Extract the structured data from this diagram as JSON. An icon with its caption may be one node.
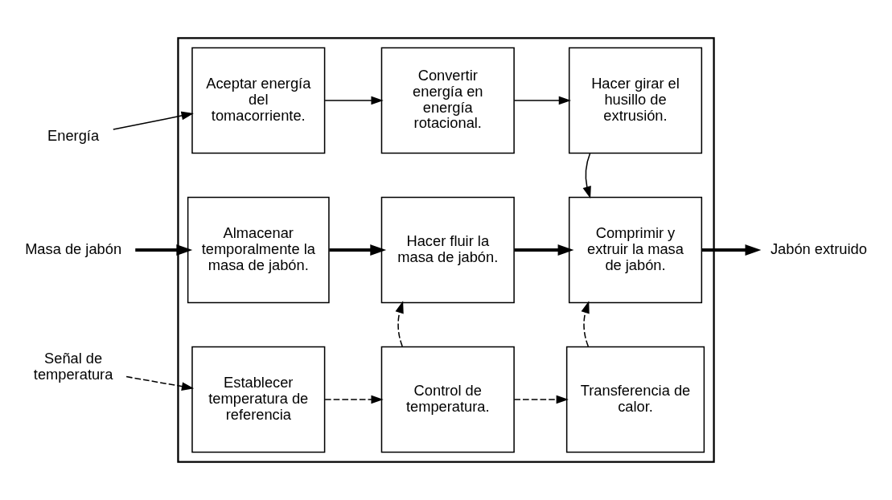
{
  "diagram": {
    "nodes": [
      {
        "text": [],
        "shape": "box"
      },
      {
        "text": [
          "Energía"
        ]
      },
      {
        "text": [
          "Aceptar energía del tomacorriente."
        ],
        "in": 0
      },
      {
        "text": [
          "Convertir energía en energía rotacional."
        ],
        "in": 0
      },
      {
        "text": [
          "Hacer girar el husillo de extrusión."
        ],
        "in": 0
      },
      {
        "text": [
          "Masa de jabón"
        ]
      },
      {
        "text": [
          "Almacenar temporalmente la masa de jabón."
        ],
        "in": 0
      },
      {
        "text": [
          "Hacer fluir la masa de jabón."
        ],
        "in": 0
      },
      {
        "text": [
          "Comprimir y extruir la masa de jabón."
        ],
        "in": 0
      },
      {
        "text": [
          "Jabón extruido"
        ]
      },
      {
        "text": [
          "Señal de temperatura"
        ]
      },
      {
        "text": [
          "Establecer temperatura de referencia"
        ],
        "in": 0
      },
      {
        "text": [
          "Control de temperatura."
        ],
        "in": 0
      },
      {
        "text": [
          "Transferencia de calor."
        ],
        "in": 0
      }
    ],
    "edges": [
      {
        "from": 1,
        "to": 2,
        "arrow": "to"
      },
      {
        "from": 2,
        "to": 3,
        "arrow": "to"
      },
      {
        "from": 3,
        "to": 4,
        "arrow": "to"
      },
      {
        "from": 4,
        "to": 8,
        "arrow": "to"
      },
      {
        "from": 5,
        "to": 6,
        "arrow": "to",
        "style": "thick"
      },
      {
        "from": 6,
        "to": 7,
        "arrow": "to",
        "style": "thick"
      },
      {
        "from": 7,
        "to": 8,
        "arrow": "to",
        "style": "thick"
      },
      {
        "from": 8,
        "to": 9,
        "arrow": "to",
        "style": "thick"
      },
      {
        "from": 10,
        "to": 11,
        "arrow": "to",
        "style": "dashed"
      },
      {
        "from": 11,
        "to": 12,
        "arrow": "to",
        "style": "dashed"
      },
      {
        "from": 12,
        "to": 7,
        "arrow": "to",
        "style": "dashed"
      },
      {
        "from": 12,
        "to": 13,
        "arrow": "to",
        "style": "dashed"
      },
      {
        "from": 13,
        "to": 8,
        "arrow": "to",
        "style": "dashed"
      }
    ]
  }
}
